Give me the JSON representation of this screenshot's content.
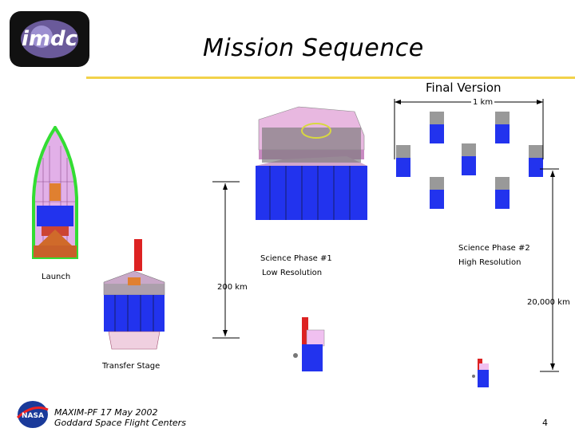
{
  "title": "Mission Sequence",
  "subtitle": "Final Version",
  "labels": {
    "launch": "Launch",
    "transfer_stage": "Transfer Stage",
    "science1": "Science Phase #1",
    "low_res": "Low Resolution",
    "science2": "Science Phase #2",
    "high_res": "High Resolution",
    "dist_1km": "1 km",
    "dist_200km": "200 km",
    "dist_20000km": "20,000 km"
  },
  "footer": {
    "line1": "MAXIM-PF 17 May 2002",
    "line2": "Goddard Space Flight Centers",
    "page": "4"
  },
  "colors": {
    "rule": "#f2d24a",
    "fairing": "#e2b0e8",
    "fairing_outline": "#33dd33",
    "module_blue": "#2233ee",
    "module_pink": "#e8a6dd"
  }
}
